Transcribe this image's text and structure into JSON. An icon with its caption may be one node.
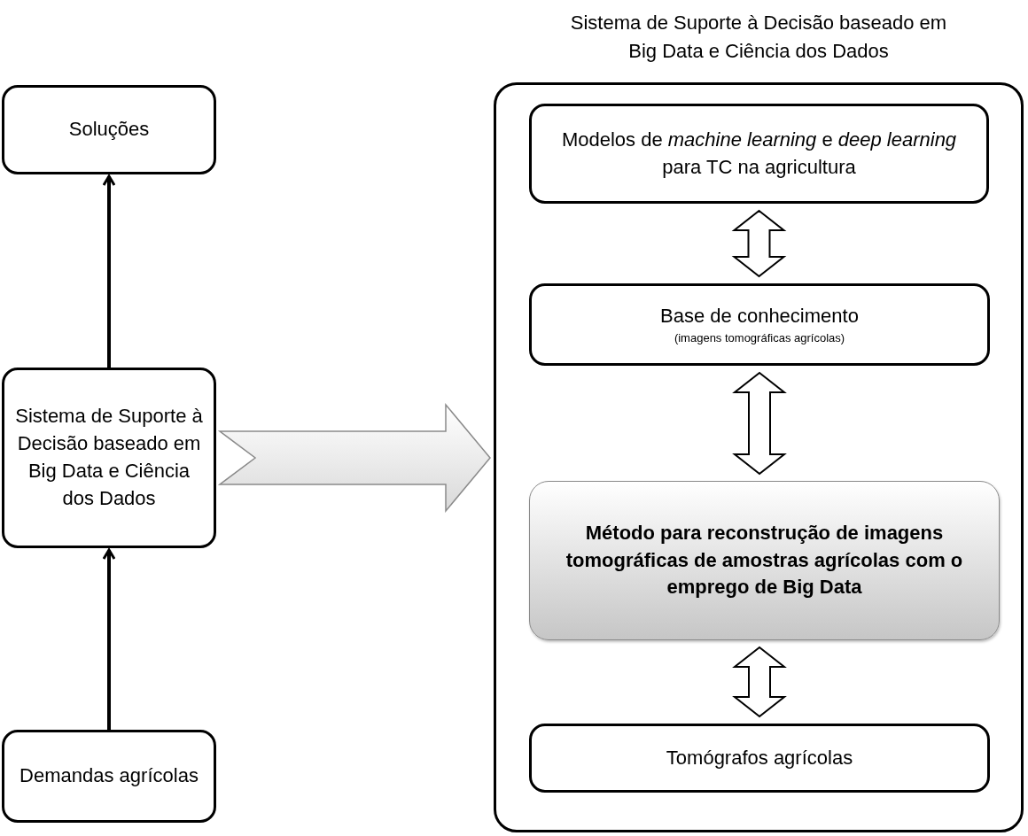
{
  "diagram": {
    "nodes": [
      {
        "text": [
          "Soluções"
        ]
      },
      {
        "text": [
          "Sistema de Suporte à Decisão baseado em Big Data e Ciência dos Dados"
        ]
      },
      {
        "text": [
          "Demandas agrícolas"
        ]
      },
      {
        "text": [
          "Sistema de Suporte à Decisão baseado em Big Data e Ciência dos Dados"
        ]
      },
      {
        "text": [
          "Modelos de *machine learning* e *deep learning* para TC na agricultura"
        ],
        "in": 3
      },
      {
        "text": [
          "Base de conhecimento",
          "(imagens tomográficas agrícolas)"
        ],
        "in": 3
      },
      {
        "text": [
          "Método para reconstrução de imagens tomográficas de amostras agrícolas com o emprego de Big Data"
        ],
        "in": 3
      },
      {
        "text": [
          "Tomógrafos agrícolas"
        ],
        "in": 3
      }
    ],
    "edges": [
      {
        "from": 2,
        "to": 1,
        "arrow": "to"
      },
      {
        "from": 1,
        "to": 0,
        "arrow": "to"
      },
      {
        "from": 1,
        "to": 3,
        "arrow": "to",
        "style": "thick",
        "color": "#d9d9d9"
      },
      {
        "from": 4,
        "to": 5,
        "arrow": "both",
        "style": "thick"
      },
      {
        "from": 5,
        "to": 6,
        "arrow": "both",
        "style": "thick"
      },
      {
        "from": 6,
        "to": 7,
        "arrow": "both",
        "style": "thick"
      }
    ]
  }
}
